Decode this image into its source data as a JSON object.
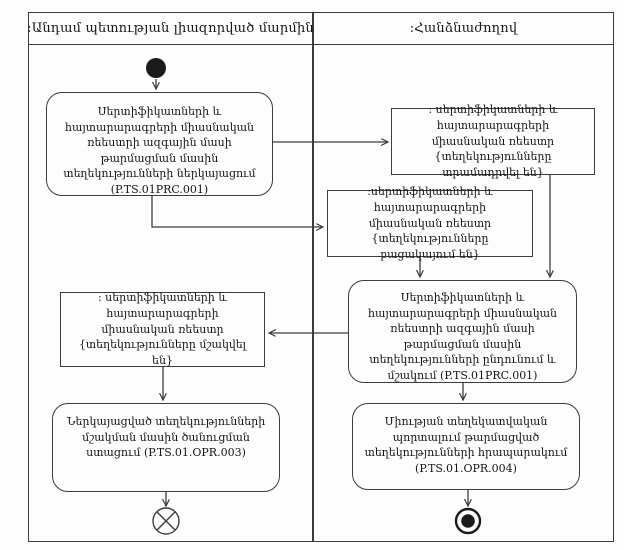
{
  "lanes": {
    "left": {
      "label": ":Անդամ պետության լիազորված մարմին"
    },
    "right": {
      "label": ":Հանձնաժողով"
    }
  },
  "nodes": {
    "submit_info": {
      "type": "activity",
      "label": "Սերտիֆիկատների և հայտարարագրերի միասնական ռեեստրի ազգային մասի թարմացման մասին տեղեկությունների ներկայացում (P.TS.01PRC.001)"
    },
    "registry_provided": {
      "type": "object",
      "label": ": սերտիֆիկատների և հայտարարագրերի միասնական ռեեստր {տեղեկությունները տրամադրվել են}"
    },
    "registry_missing": {
      "type": "object",
      "label": ":սերտիֆիկատների և հայտարարագրերի միասնական ռեեստր {տեղեկությունները բացակայում են}"
    },
    "receive_process": {
      "type": "activity",
      "label": "Սերտիֆիկատների և հայտարարագրերի միասնական ռեեստրի ազգային մասի թարմացման մասին տեղեկությունների ընդունում և մշակում (P.TS.01PRC.001)"
    },
    "registry_processed": {
      "type": "object",
      "label": ": սերտիֆիկատների և հայտարարագրերի միասնական ռեեստր {տեղեկությունները մշակվել են}"
    },
    "receive_notice": {
      "type": "activity",
      "label": "Ներկայացված տեղեկությունների մշակման մասին ծանուցման ստացում (P.TS.01.OPR.003)"
    },
    "publish_portal": {
      "type": "activity",
      "label": "Միության տեղեկատվական պորտալում թարմացված տեղեկությունների հրապարակում (P.TS.01.OPR.004)"
    },
    "start": {
      "type": "initial-node"
    },
    "flow_final": {
      "type": "flow-final-node"
    },
    "activity_final": {
      "type": "activity-final-node"
    }
  },
  "colors": {
    "line": "#3c3c3c",
    "text": "#161616",
    "background": "#fdfdfd"
  }
}
